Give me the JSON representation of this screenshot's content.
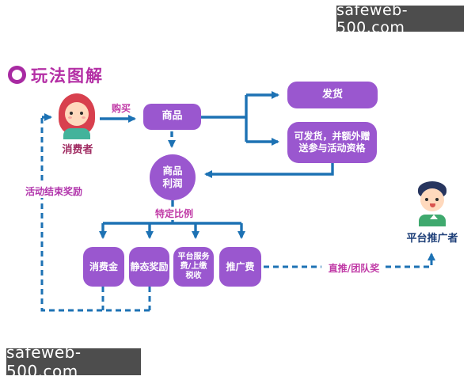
{
  "watermark": {
    "top_text": "safeweb-500.com",
    "bottom_text": "safeweb-500.com"
  },
  "title": {
    "text": "玩法图解"
  },
  "actors": {
    "consumer": {
      "label": "消费者"
    },
    "promoter": {
      "label": "平台推广者"
    }
  },
  "nodes": {
    "product": {
      "label": "商品"
    },
    "ship": {
      "label": "发货"
    },
    "ship_bonus": {
      "lines": [
        "可发货，并额外赠",
        "送参与活动资格"
      ]
    },
    "profit": {
      "lines": [
        "商品",
        "利润"
      ]
    },
    "consumption_fund": {
      "label": "消费金"
    },
    "static_reward": {
      "label": "静态奖励"
    },
    "platform_fee": {
      "lines": [
        "平台服务",
        "费/上缴",
        "税收"
      ]
    },
    "promotion_fee": {
      "label": "推广费"
    }
  },
  "edge_labels": {
    "buy": "购买",
    "specific_ratio": "特定比例",
    "activity_end_reward": "活动结束奖励",
    "direct_team_reward": "直推/团队奖"
  },
  "colors": {
    "node_purple": "#9a57cf",
    "connector_blue": "#1d72b4",
    "label_magenta": "#c03aa6",
    "consumer_label_color": "#a02c62",
    "promoter_label_color": "#1d3e78",
    "title_color": "#b42fa5",
    "watermark_bg": "#4d4d4d"
  }
}
